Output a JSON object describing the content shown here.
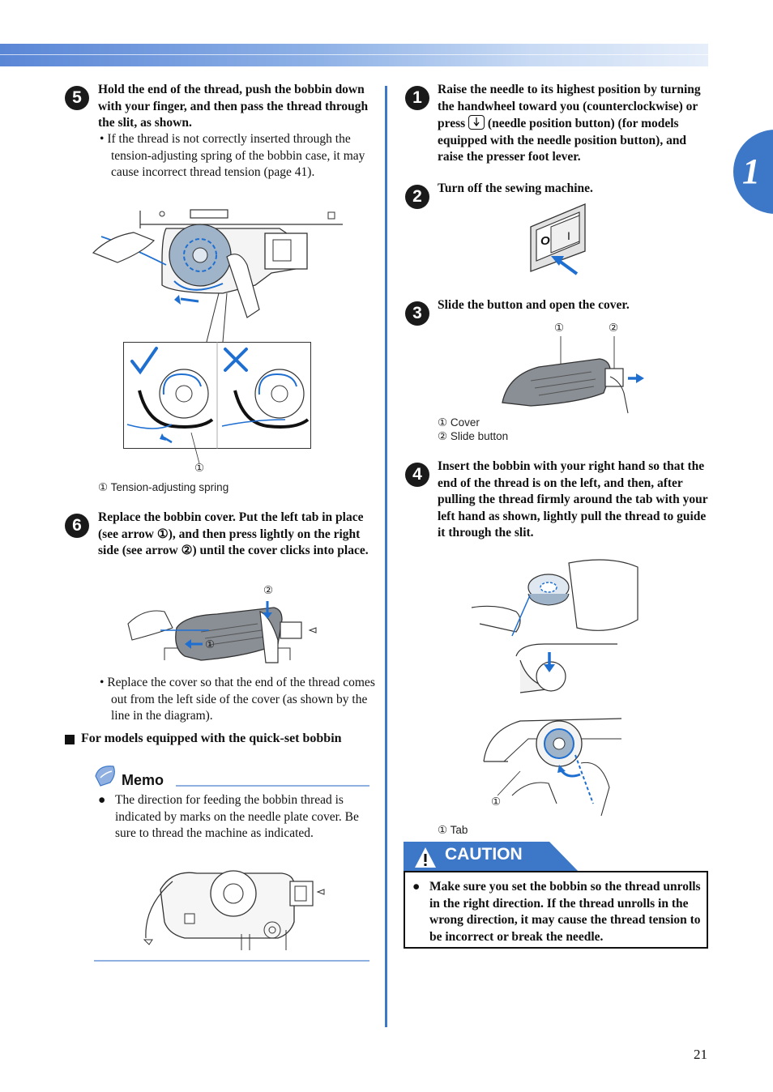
{
  "header": {
    "band_color": "#5a86d6"
  },
  "chapter": {
    "number": "1",
    "color": "#3d78c8"
  },
  "page_number": "21",
  "left": {
    "step5": {
      "num": "5",
      "title": "Hold the end of the thread, push the bobbin down with your finger, and then pass the thread through the slit, as shown.",
      "bullet": "If the thread is not correctly inserted through the tension-adjusting spring of the bobbin case, it may cause incorrect thread tension (page 41).",
      "callout": "①",
      "caption": "① Tension-adjusting spring",
      "marks": {
        "good": "check-icon",
        "bad": "cross-icon"
      }
    },
    "step6": {
      "num": "6",
      "title": "Replace the bobbin cover. Put the left tab in place (see arrow ①), and then press lightly on the right side (see arrow ②) until the cover clicks into place.",
      "callout1": "①",
      "callout2": "②",
      "bullet": "Replace the cover so that the end of the thread comes out from the left side of the cover (as shown by the line in the diagram)."
    },
    "section": {
      "icon": "square-bullet-icon",
      "title": "For models equipped with the quick-set bobbin"
    },
    "memo": {
      "title": "Memo",
      "text": "The direction for feeding the bobbin thread is indicated by marks on the needle plate cover. Be sure to thread the machine as indicated."
    }
  },
  "right": {
    "step1": {
      "num": "1",
      "title_a": "Raise the needle to its highest position by turning the handwheel toward you (counterclockwise) or press",
      "title_b": "(needle position button) (for models equipped with the needle position button), and raise the presser foot lever.",
      "button_icon": "needle-position-button-icon"
    },
    "step2": {
      "num": "2",
      "title": "Turn off the sewing machine.",
      "switch_off": "O",
      "switch_on": "I"
    },
    "step3": {
      "num": "3",
      "title": "Slide the button and open the cover.",
      "callout1": "①",
      "callout2": "②",
      "caption1": "① Cover",
      "caption2": "② Slide button"
    },
    "step4": {
      "num": "4",
      "title": "Insert the bobbin with your right hand so that the end of the thread is on the left, and then, after pulling the thread firmly around the tab with your left hand as shown, lightly pull the thread to guide it through the slit.",
      "callout": "①",
      "caption": "① Tab"
    },
    "caution": {
      "title": "CAUTION",
      "text": "Make sure you set the bobbin so the thread unrolls in the right direction. If the thread unrolls in the wrong direction, it may cause the thread tension to be incorrect or break the needle.",
      "header_color": "#3d78c8"
    }
  }
}
